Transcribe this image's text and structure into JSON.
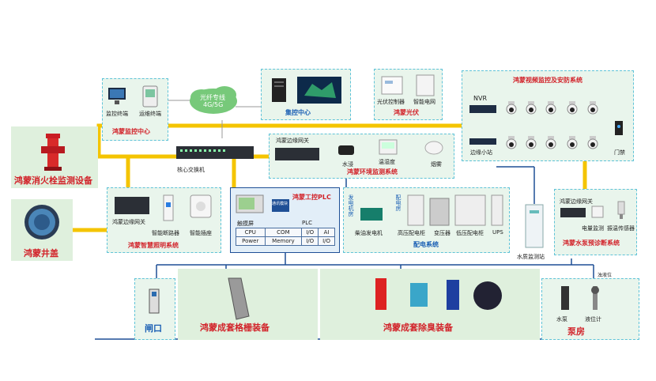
{
  "colors": {
    "bus": "#f4c400",
    "border": "#5fc3d8",
    "title": "#d2232a",
    "blue": "#1a5fb4"
  },
  "fire": {
    "title": "鸿蒙消火栓监测设备"
  },
  "manhole": {
    "title": "鸿蒙井盖"
  },
  "monitor_center": {
    "title": "鸿蒙监控中心",
    "terminal1": "监控终端",
    "terminal2": "运维终端"
  },
  "cloud": {
    "line1": "光纤专线",
    "line2": "4G/5G"
  },
  "control_center": {
    "title": "集控中心"
  },
  "pv": {
    "title": "鸿蒙光伏",
    "controller": "光伏控制器",
    "meter": "智能电网"
  },
  "cctv": {
    "title": "鸿蒙视频监控及安防系统",
    "nvr": "NVR",
    "station": "边缘小站",
    "door": "门禁"
  },
  "core_switch": {
    "label": "核心交换机"
  },
  "env": {
    "title": "鸿蒙环境监测系统",
    "gateway": "鸿蒙边缘网关",
    "water": "水浸",
    "temp": "温湿度",
    "smoke": "烟雾"
  },
  "lighting": {
    "title": "鸿蒙智慧照明系统",
    "gateway": "鸿蒙边缘网关",
    "breaker": "智能断路器",
    "socket": "智能插座"
  },
  "plc": {
    "title": "鸿蒙工控PLC",
    "module": "通讯模块",
    "screen": "触摸屏",
    "plc": "PLC",
    "rows": [
      [
        "CPU",
        "COM",
        "I/O",
        "AI"
      ],
      [
        "Power",
        "Memory",
        "I/O",
        "I/O"
      ]
    ]
  },
  "power": {
    "title": "配电系统",
    "room1": "发电机房",
    "room2": "配电房",
    "diesel": "柴油发电机",
    "hv": "高压配电柜",
    "transformer": "变压器",
    "lv": "低压配电柜",
    "ups": "UPS"
  },
  "water_station": {
    "label": "水质监测站"
  },
  "pump_sys": {
    "title": "鸿蒙水泵预诊断系统",
    "gateway": "鸿蒙边缘网关",
    "meter": "电量监测",
    "vib": "振温传感器"
  },
  "gate": {
    "title": "闸口"
  },
  "grille": {
    "title": "鸿蒙成套格栅装备"
  },
  "deodor": {
    "title": "鸿蒙成套除臭装备"
  },
  "pump_room": {
    "title": "泵房",
    "pump": "水泵",
    "level": "液位计",
    "float": "浊液位"
  }
}
